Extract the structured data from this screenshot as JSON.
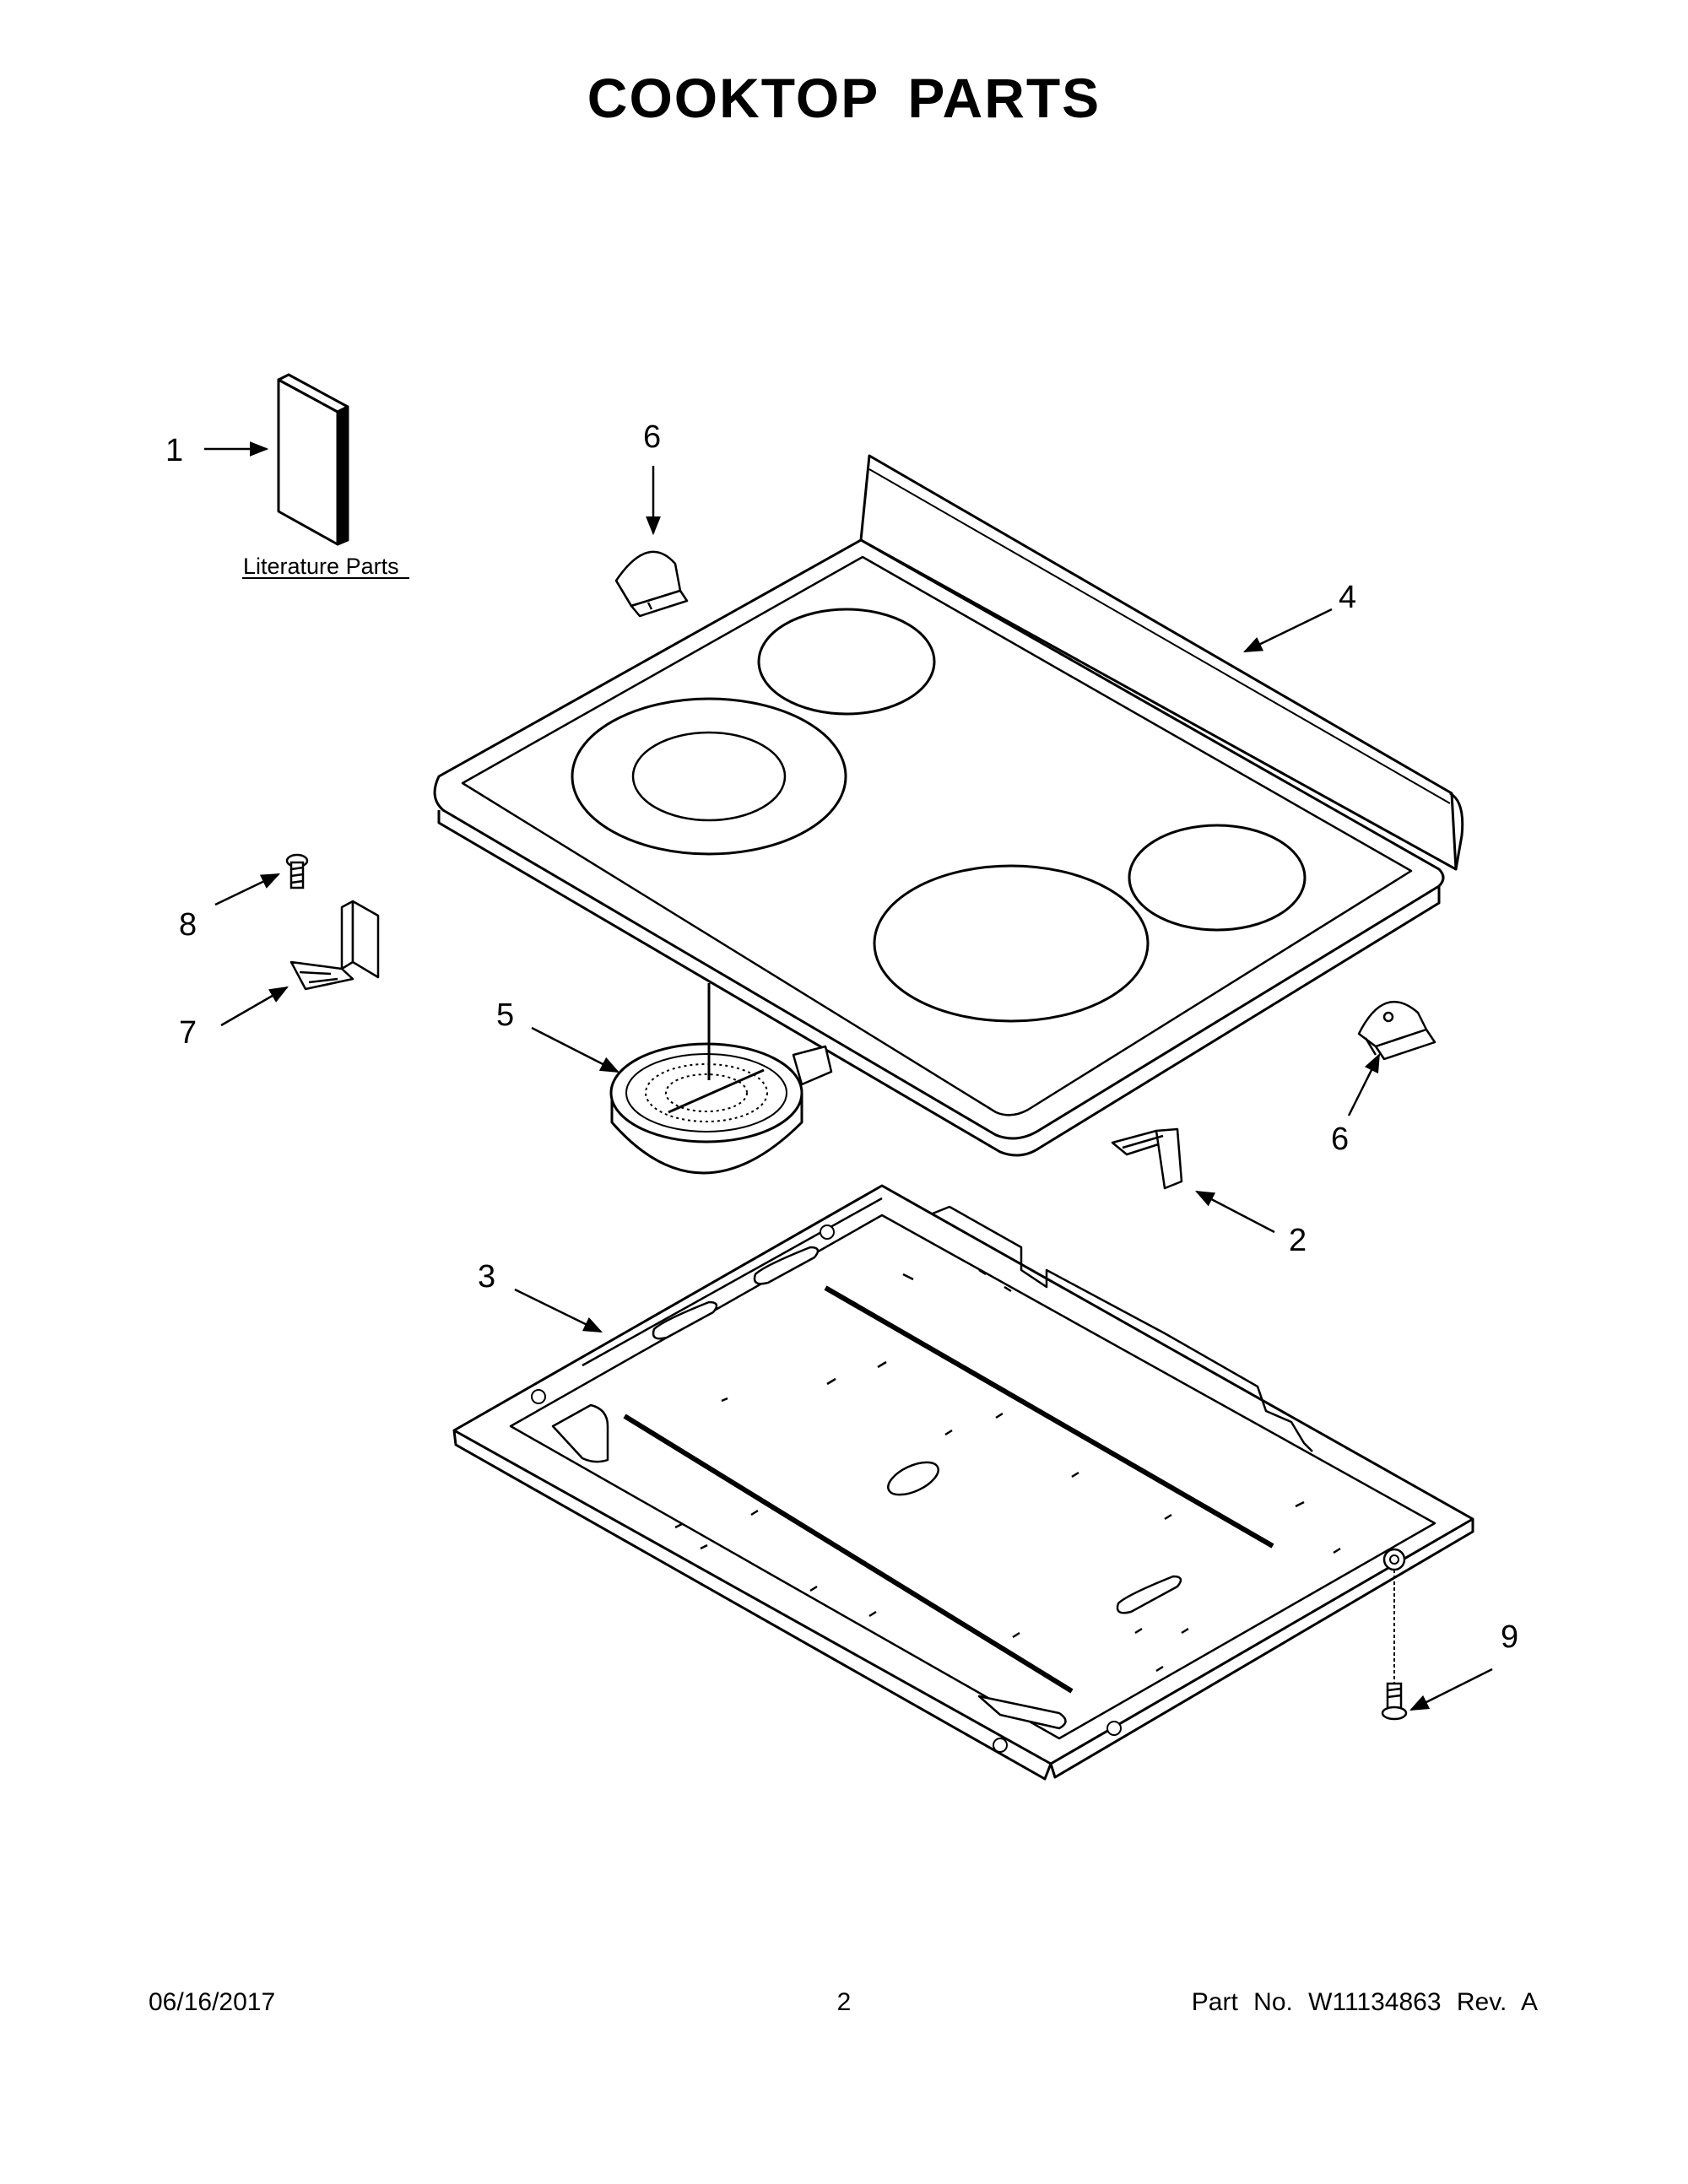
{
  "title": "COOKTOP PARTS",
  "literature_label": "Literature Parts",
  "callouts": {
    "c1": "1",
    "c2": "2",
    "c3": "3",
    "c4": "4",
    "c5": "5",
    "c6a": "6",
    "c6b": "6",
    "c7": "7",
    "c8": "8",
    "c9": "9"
  },
  "footer": {
    "date": "06/16/2017",
    "page": "2",
    "part": "Part No.  W11134863  Rev.  A"
  }
}
